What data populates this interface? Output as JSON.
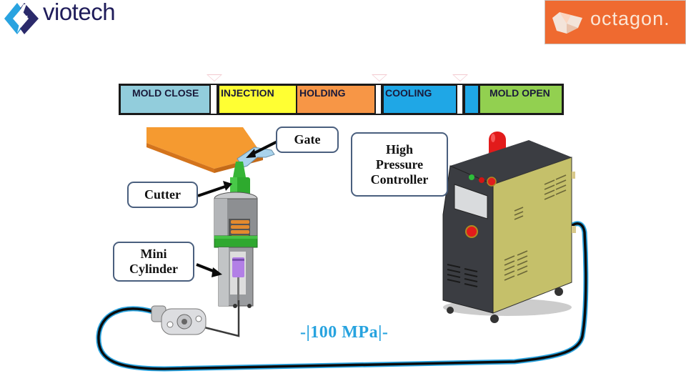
{
  "logos": {
    "left": {
      "text": "viotech",
      "icon": "lightning-bolt-icon",
      "colors": {
        "dark": "#2b2a6b",
        "light": "#29a3e0"
      }
    },
    "right": {
      "text": "octagon.",
      "background": "#ef6a30"
    }
  },
  "phases": [
    {
      "label": "MOLD CLOSE",
      "color": "#92cddc"
    },
    {
      "label": "INJECTION",
      "color": "#ffff33"
    },
    {
      "label": "HOLDING",
      "color": "#f79646"
    },
    {
      "label": "COOLING",
      "color": "#1fa7e6"
    },
    {
      "label": "",
      "color": "#1fa7e6"
    },
    {
      "label": "MOLD OPEN",
      "color": "#92d050"
    }
  ],
  "callouts": {
    "gate": "Gate",
    "cutter": "Cutter",
    "mini_cylinder_line1": "Mini",
    "mini_cylinder_line2": "Cylinder",
    "controller_line1": "High",
    "controller_line2": "Pressure",
    "controller_line3": "Controller"
  },
  "pressure_label": "-|100 MPa|-",
  "colors": {
    "hose_outer": "#29a3df",
    "hose_inner": "#0b0b0b",
    "controller_body": "#c5c06a",
    "controller_panel": "#3b3d42",
    "beacon": "#e21b1b",
    "part": "#f59a30",
    "cutter": "#2eaa2e",
    "cylinder": "#a7a9ac",
    "piston": "#b27fe6"
  }
}
